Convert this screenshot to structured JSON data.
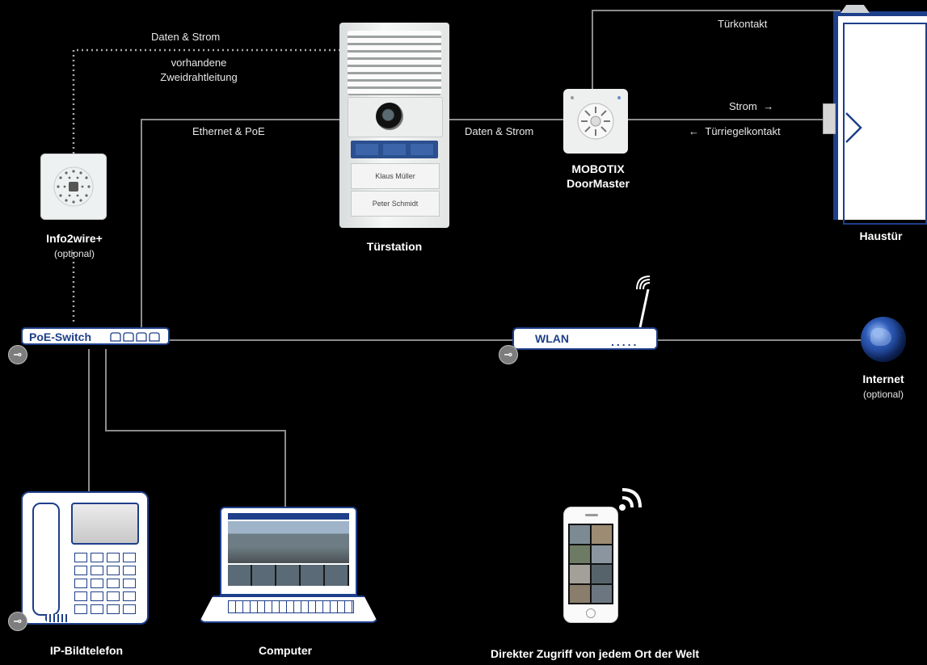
{
  "connections": {
    "daten_strom_top": "Daten & Strom",
    "zweidraht_line1": "vorhandene",
    "zweidraht_line2": "Zweidrahtleitung",
    "ethernet_poe": "Ethernet & PoE",
    "daten_strom_mid": "Daten & Strom",
    "tuerkontakt": "Türkontakt",
    "strom": "Strom",
    "tuerriegelkontakt": "Türriegelkontakt"
  },
  "devices": {
    "info2wire_name": "Info2wire+",
    "info2wire_note": "(optional)",
    "tuerstation_name": "Türstation",
    "doormaster_line1": "MOBOTIX",
    "doormaster_line2": "DoorMaster",
    "haustuer_name": "Haustür",
    "poe_switch": "PoE-Switch",
    "wlan": "WLAN",
    "internet_name": "Internet",
    "internet_note": "(optional)",
    "ip_phone": "IP-Bildtelefon",
    "computer": "Computer",
    "mobile_access": "Direkter Zugriff von jedem Ort der Welt"
  },
  "station_nameplates": {
    "name1": "Klaus Müller",
    "name2": "Peter Schmidt"
  },
  "arrows": {
    "right": "→",
    "left": "←"
  },
  "icons": {
    "plug": "power-plug-icon",
    "wifi": "wifi-icon",
    "globe": "globe-icon"
  },
  "colors": {
    "background": "#000000",
    "line": "#8c8c8c",
    "accent_blue": "#1e3f8a"
  }
}
